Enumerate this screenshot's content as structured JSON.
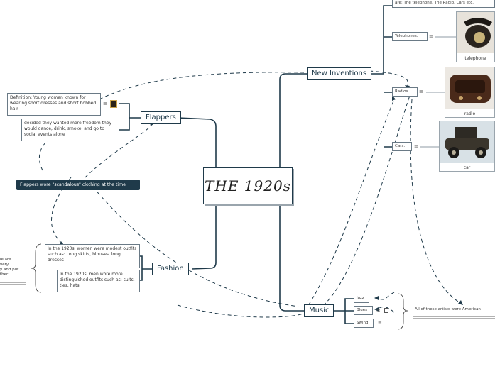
{
  "central": {
    "title": "THE 1920s"
  },
  "branches": {
    "inventions": {
      "label": "New Inventions",
      "top_text": "are: The telephone, The Radio, Cars etc.",
      "items": [
        {
          "label": "Telephones.",
          "caption": "telephone"
        },
        {
          "label": "Radios.",
          "caption": "radio"
        },
        {
          "label": "Cars.",
          "caption": "car"
        }
      ]
    },
    "flappers": {
      "label": "Flappers",
      "definition": "Definition: Young women known for wearing short dresses and short bobbed hair",
      "detail": "decided they wanted more freedom they would dance, drink, smoke, and go to social events alone",
      "callout": "Flappers wore \"scandalous\" clothing at the time"
    },
    "fashion": {
      "label": "Fashion",
      "women": "In the 1920s, women were modest outfits such as: Long skirts, blouses, long dresses",
      "men": "In the 1920s, men wore more distinguished outfits such as: suits, ties, hats",
      "left_fragment": "le are\nvery\ny and put\nther"
    },
    "music": {
      "label": "Music",
      "genres": [
        "Jazz",
        "Blues",
        "Swing"
      ],
      "summary": "All of these artists were American"
    }
  },
  "colors": {
    "connector": "#1f3a4a",
    "dashed": "#1f3a4a",
    "callout_bg": "#1f3a4a"
  }
}
